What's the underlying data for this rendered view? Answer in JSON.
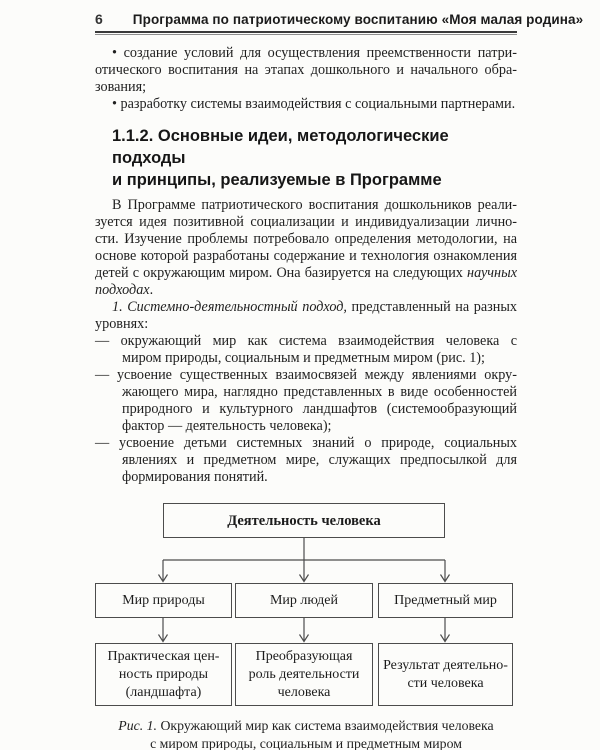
{
  "header": {
    "page_number": "6",
    "title": "Программа по патриотическому воспитанию «Моя малая родина»"
  },
  "intro_bullets": [
    {
      "lines": [
        "• создание условий для осуществления преемственности патри-",
        "отического воспитания на этапах дошкольного и начального обра-",
        "зования;"
      ]
    },
    {
      "lines": [
        "• разработку системы взаимодействия с социальными партнерами."
      ]
    }
  ],
  "section": {
    "heading_lines": [
      "1.1.2. Основные идеи, методологические подходы",
      "и принципы, реализуемые в Программе"
    ]
  },
  "paragraphs": [
    {
      "lines": [
        "В Программе патриотического воспитания дошкольников реали-",
        "зуется идея позитивной социализации и индивидуализации лично-",
        "сти. Изучение проблемы потребовало определения методологии, на",
        "основе которой разработаны содержание и технология ознакомления",
        "детей с окружающим миром. Она базируется на следующих *научных*",
        "*подходах*."
      ]
    },
    {
      "lines": [
        "*1. Системно-деятельностный подход,* представленный на разных",
        "уровнях:"
      ]
    }
  ],
  "approach_list": [
    {
      "lines": [
        "— окружающий мир как система взаимодействия человека с",
        "миром природы, социальным и предметным миром (рис. 1);"
      ]
    },
    {
      "lines": [
        "— усвоение существенных взаимосвязей между явлениями окру-",
        "жающего мира, наглядно представленных в виде особенностей",
        "природного и культурного ландшафтов (системообразующий",
        "фактор — деятельность человека);"
      ]
    },
    {
      "lines": [
        "— усвоение детьми системных знаний о природе, социальных",
        "явлениях и предметном мире, служащих предпосылкой для",
        "формирования понятий."
      ]
    }
  ],
  "diagram": {
    "top_box": "Деятельность человека",
    "level2": [
      "Мир природы",
      "Мир людей",
      "Предметный мир"
    ],
    "level3": [
      {
        "lines": [
          "Практическая цен-",
          "ность природы",
          "(ландшафта)"
        ]
      },
      {
        "lines": [
          "Преобразующая",
          "роль деятельности",
          "человека"
        ]
      },
      {
        "lines": [
          "Результат деятельно-",
          "сти человека"
        ]
      }
    ]
  },
  "figure_caption": {
    "lines": [
      "*Рис. 1.* Окружающий мир как система взаимодействия человека",
      "с миром природы, социальным и предметным миром"
    ]
  },
  "colors": {
    "background": "#fcfcfa",
    "text": "#1f1f1f",
    "header_rule": "#3a3a3a",
    "box_border": "#4c4c4c"
  }
}
